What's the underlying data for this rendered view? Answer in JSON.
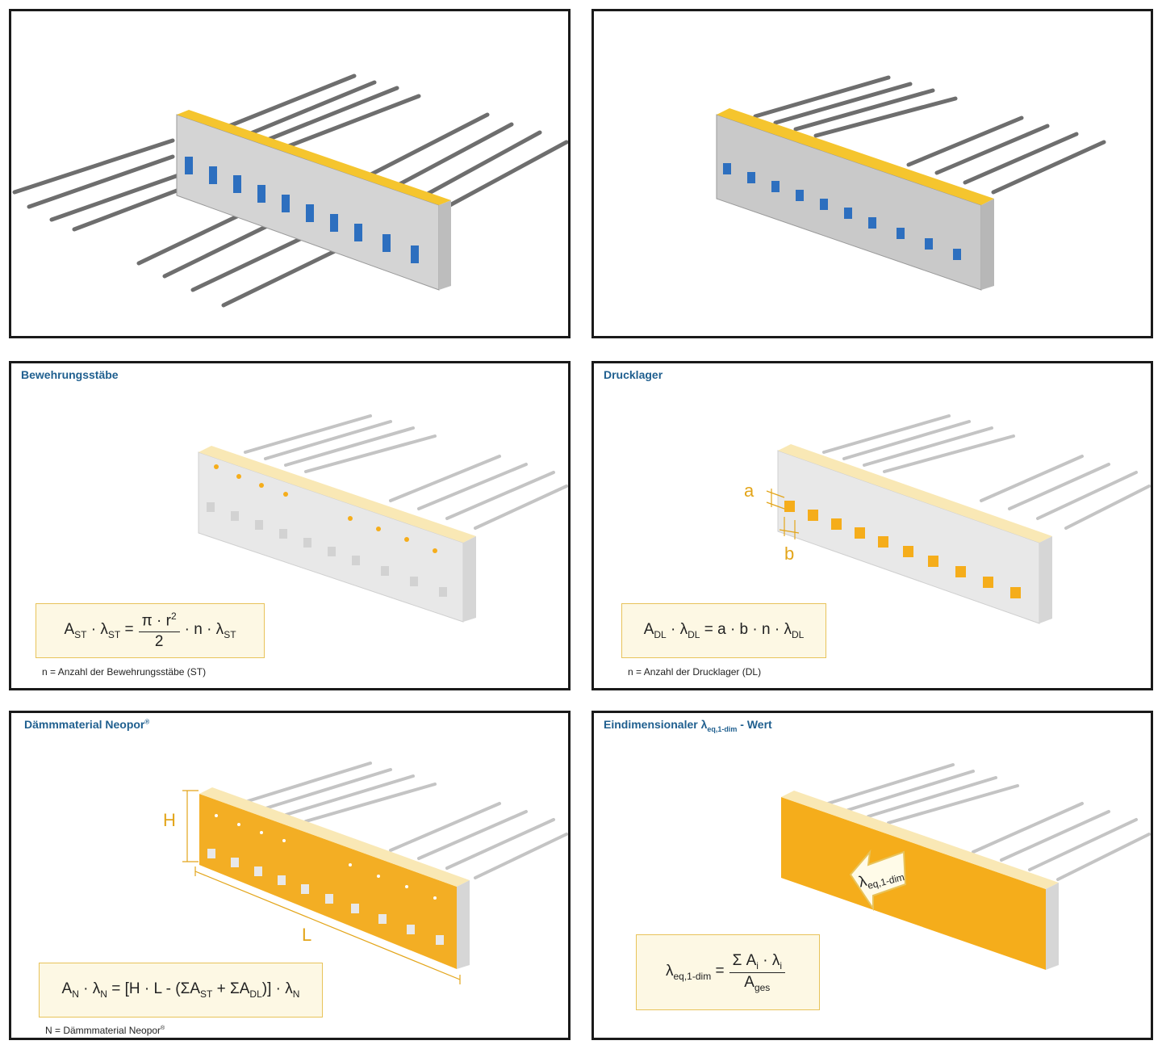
{
  "panels": {
    "p1": {},
    "p2": {},
    "p3": {
      "title": "Bewehrungsstäbe",
      "formula": {
        "lhs": "A",
        "lhs_sub": "ST",
        "mid": " · λ",
        "mid_sub": "ST",
        "eq": " =",
        "num": "π · r",
        "num_sup": "2",
        "den": "2",
        "tail": "· n · λ",
        "tail_sub": "ST"
      },
      "note": "n = Anzahl der Bewehrungsstäbe (ST)"
    },
    "p4": {
      "title": "Drucklager",
      "formula": {
        "a": "A",
        "a_sub": "DL",
        "b": " · λ",
        "b_sub": "DL",
        "c": " = a · b · n · λ",
        "c_sub": "DL"
      },
      "note": "n = Anzahl der Drucklager (DL)",
      "dim_a": "a",
      "dim_b": "b"
    },
    "p5": {
      "title": "Dämmmaterial Neopor",
      "title_sup": "®",
      "formula": {
        "a": "A",
        "a_sub": "N",
        "b": " · λ",
        "b_sub": "N",
        "c": " = [H · L - (ΣA",
        "c_sub": "ST",
        "d": " + ΣA",
        "d_sub": "DL",
        "e": ")] · λ",
        "e_sub": "N"
      },
      "note": "N = Dämmmaterial Neopor",
      "note_sup": "®",
      "dim_h": "H",
      "dim_l": "L"
    },
    "p6": {
      "title_a": "Eindimensionaler λ",
      "title_sub": "eq,1-dim",
      "title_b": " - Wert",
      "formula": {
        "lhs": "λ",
        "lhs_sub": "eq,1-dim",
        "eq": " =",
        "num_a": "Σ A",
        "num_a_sub": "i",
        "num_b": " · λ",
        "num_b_sub": "i",
        "den": "A",
        "den_sub": "ges"
      },
      "arrow_label": "λ",
      "arrow_label_sub": "eq,1-dim"
    }
  },
  "colors": {
    "frame": "#1a1a1a",
    "title": "#1f5f8f",
    "accent": "#f5ad1b",
    "dimension": "#e3a51a",
    "formula_bg": "#fdf8e4",
    "formula_border": "#e8c35a"
  }
}
